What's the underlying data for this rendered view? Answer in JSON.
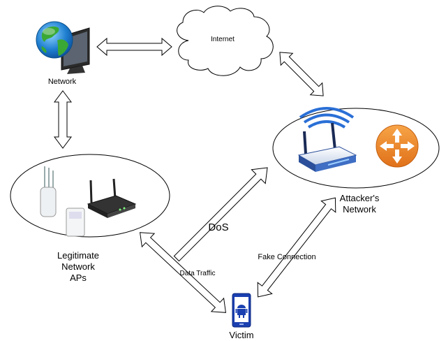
{
  "labels": {
    "network": "Network",
    "internet": "Internet",
    "attacker_line1": "Attacker's",
    "attacker_line2": "Network",
    "legit_line1": "Legitimate",
    "legit_line2": "Network",
    "legit_line3": "APs",
    "dos": "DoS",
    "data_traffic": "Data Traffic",
    "fake_connection": "Fake Connection",
    "victim": "Victim"
  },
  "colors": {
    "globe_ocean": "#1f7fd0",
    "globe_land": "#3aa835",
    "router_orange": "#f08a2a",
    "wifi_blue": "#2a6fd6",
    "phone_blue": "#1a3fb0"
  },
  "icons": {
    "network": "globe-monitor-icon",
    "internet": "cloud-icon",
    "attacker_ap": "wireless-router-icon",
    "attacker_router": "router-icon",
    "legit_aps": "access-point-icon",
    "victim": "android-phone-icon"
  }
}
